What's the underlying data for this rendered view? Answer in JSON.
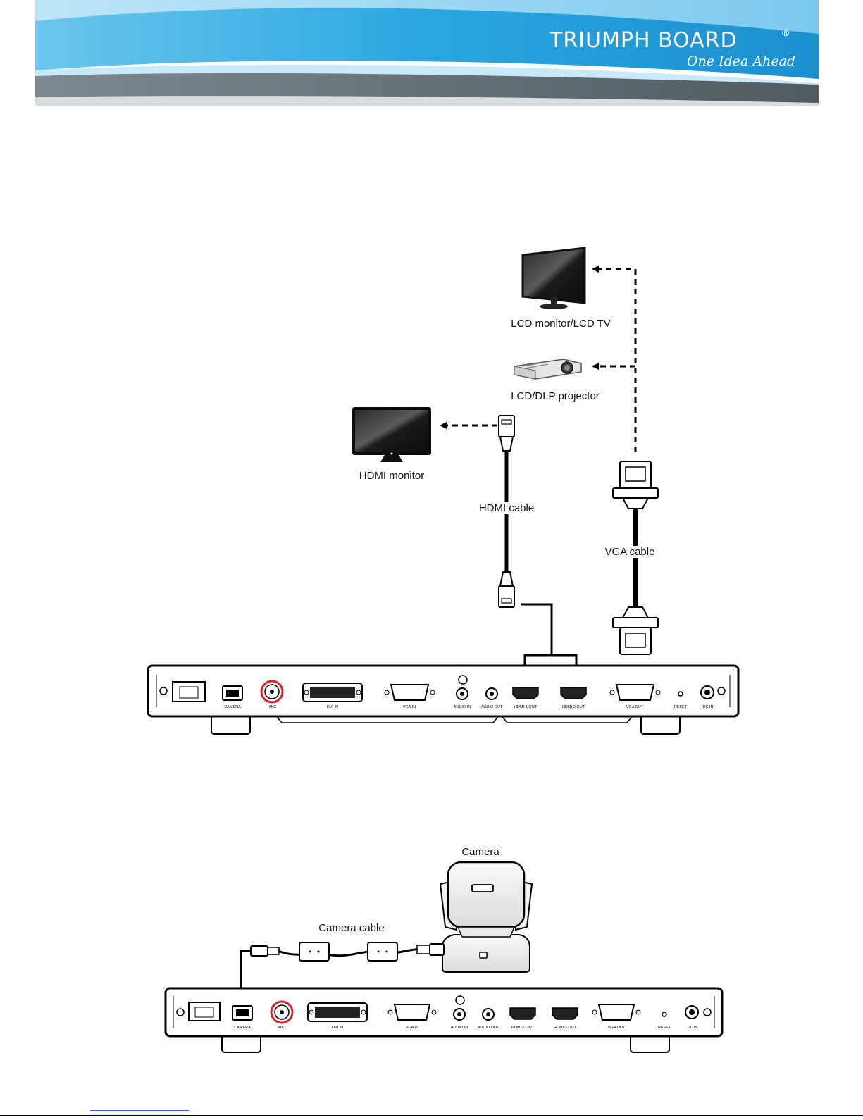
{
  "header": {
    "brand_name": "TRIUMPH BOARD",
    "brand_reg": "®",
    "tagline": "One Idea Ahead"
  },
  "colors": {
    "banner_blue": "#2aa7df",
    "banner_light": "#9bd7f3",
    "banner_gray": "#5e6a72",
    "mic_ring": "#d6232a"
  },
  "diagram_top": {
    "devices": {
      "lcd_monitor": "LCD monitor/LCD TV",
      "projector": "LCD/DLP projector",
      "hdmi_monitor": "HDMI monitor"
    },
    "cables": {
      "hdmi": "HDMI cable",
      "vga": "VGA cable"
    }
  },
  "diagram_bottom": {
    "camera": "Camera",
    "camera_cable": "Camera cable"
  },
  "panel_ports": {
    "camera": "CAMERA",
    "mic": "MIC",
    "dvi_in": "DVI IN",
    "vga_in": "VGA IN",
    "audio_in": "AUDIO IN",
    "audio_out": "AUDIO OUT",
    "hdmi1_out": "HDMI-1 OUT",
    "hdmi2_out": "HDMI-2 OUT",
    "vga_out": "VGA OUT",
    "reset": "RESET",
    "dc_in": "DC IN"
  }
}
